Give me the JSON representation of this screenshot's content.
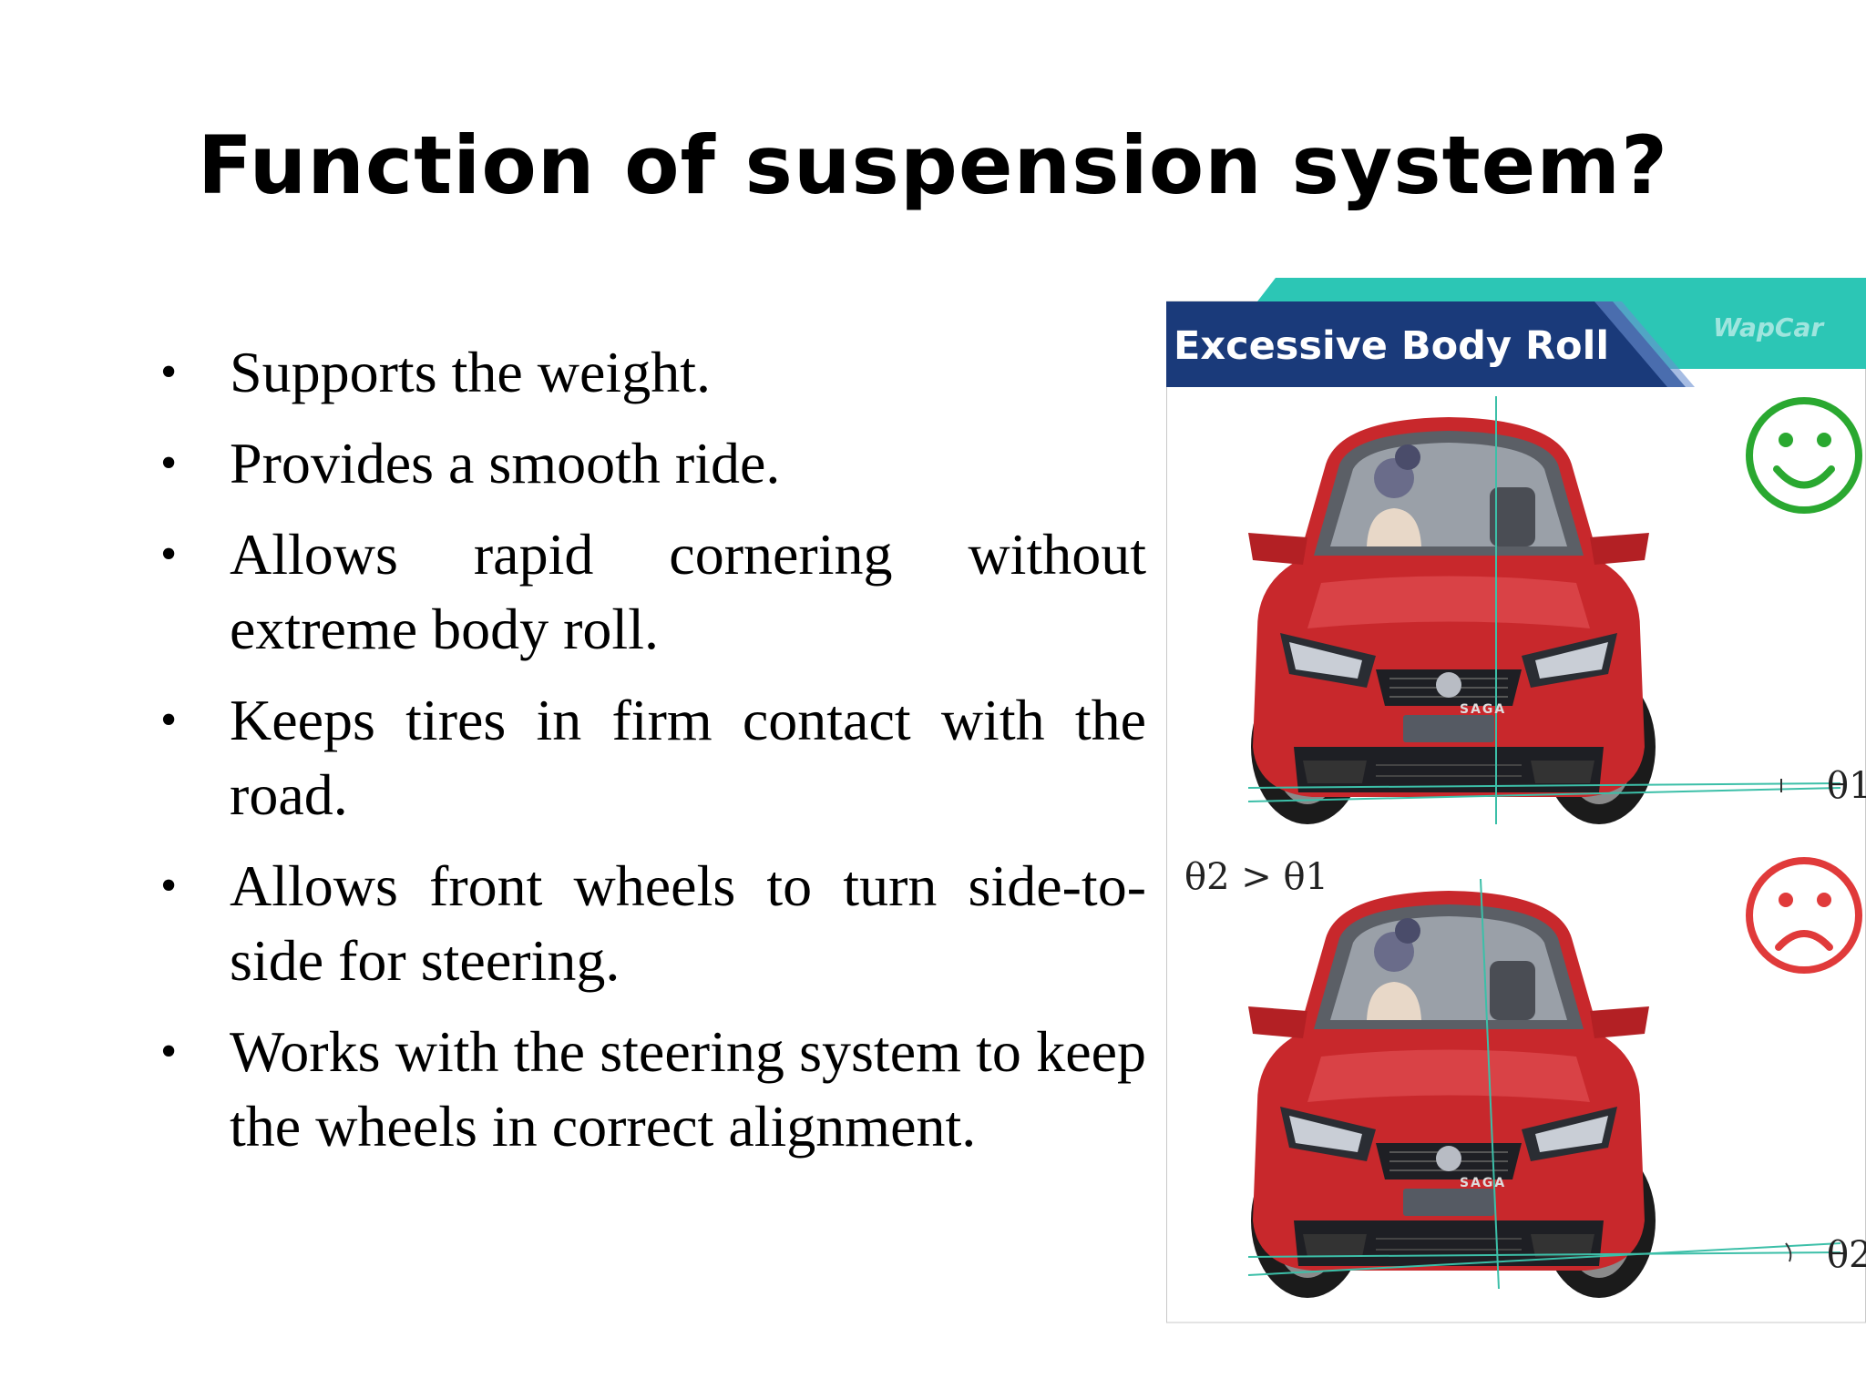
{
  "slide": {
    "title": "Function of suspension system?",
    "bullet_symbol": "•",
    "bullets": [
      "Supports the weight.",
      "Provides a smooth ride.",
      "Allows rapid cornering without extreme body roll.",
      "Keeps tires in firm contact with the road.",
      "Allows front wheels to turn side-to-side for steering.",
      "Works with the steering system to keep the wheels in correct alignment."
    ]
  },
  "figure": {
    "banner_title": "Excessive Body Roll",
    "watermark": "WapCar",
    "comparison_label": "θ2 > θ1",
    "angle_label_top": "θ1",
    "angle_label_bottom": "θ2",
    "plate_text": "SAGA",
    "colors": {
      "banner_navy": "#1a3a7a",
      "banner_teal": "#2cc6b5",
      "car_red": "#c8282c",
      "happy_green": "#2aa830",
      "sad_red": "#e03a3a"
    }
  }
}
